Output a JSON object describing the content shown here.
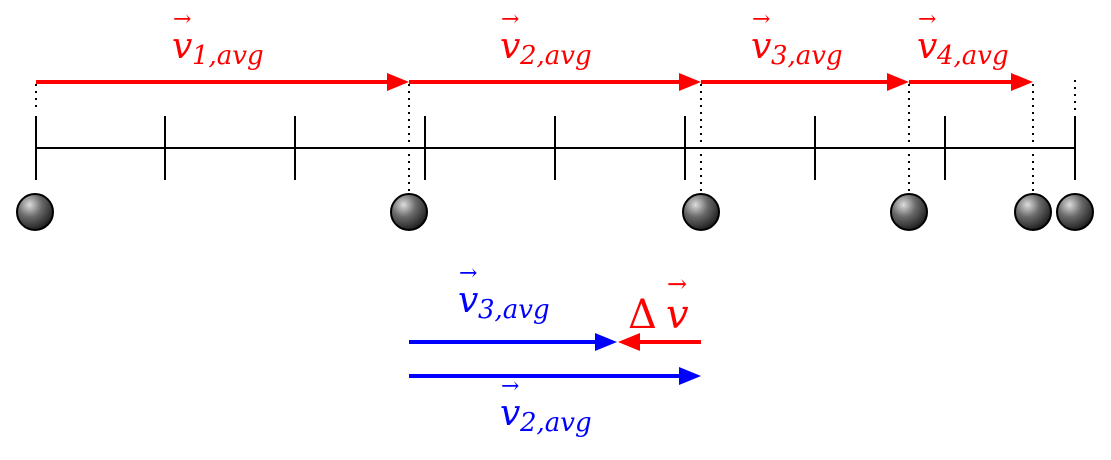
{
  "colors": {
    "red": "#ff0000",
    "blue": "#0000ff",
    "axis": "#000000",
    "ball": "#4a4a4a"
  },
  "top_vectors": [
    {
      "letter": "v",
      "subscript": "1,avg"
    },
    {
      "letter": "v",
      "subscript": "2,avg"
    },
    {
      "letter": "v",
      "subscript": "3,avg"
    },
    {
      "letter": "v",
      "subscript": "4,avg"
    }
  ],
  "bottom": {
    "v3": {
      "letter": "v",
      "subscript": "3,avg"
    },
    "delta": {
      "prefix": "Δ",
      "letter": "v"
    },
    "v2": {
      "letter": "v",
      "subscript": "2,avg"
    }
  },
  "balls": {
    "count": 6,
    "icon": "sphere"
  }
}
